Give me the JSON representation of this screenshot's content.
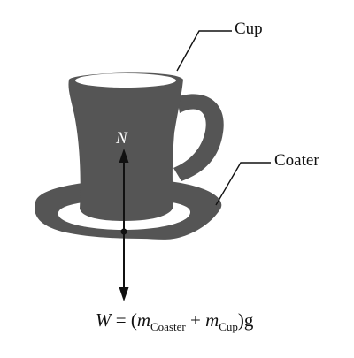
{
  "labels": {
    "cup": "Cup",
    "coaster": "Coater",
    "normal_force": "N"
  },
  "weight_equation": {
    "lhs": "W",
    "equals_open": " = (",
    "m1": "m",
    "sub1": "Coaster",
    "plus": " + ",
    "m2": "m",
    "sub2": "Cup",
    "tail": ")g"
  },
  "colors": {
    "object_fill": "#555555",
    "highlight": "#ffffff",
    "lines": "#111111"
  }
}
